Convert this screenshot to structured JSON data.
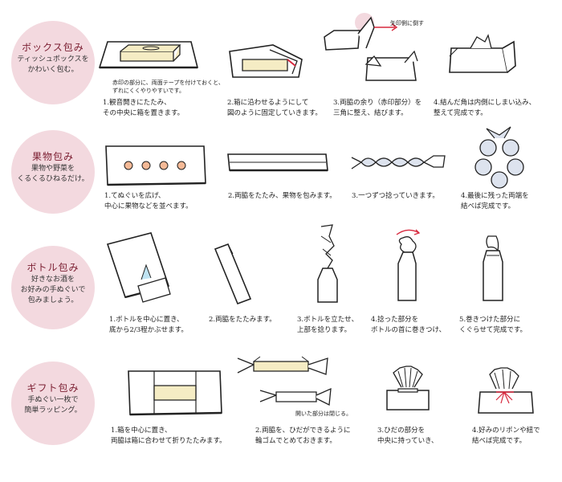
{
  "sections": [
    {
      "title": "ボックス包み",
      "subtitle": [
        "ティッシュボックスを",
        "かわいく包む。"
      ],
      "note": [
        "赤印の部分に、両面テープを付けておくと、",
        "ずれにくくやりやすいです。"
      ],
      "arrow_note": "矢印側に倒す",
      "steps": [
        [
          "1.観音開きにたたみ、",
          "その中央に箱を置きます。"
        ],
        [
          "2.箱に沿わせるようにして",
          "図のように固定していきます。"
        ],
        [
          "3.両脇の余り（赤印部分）を",
          "三角に整え、結びます。"
        ],
        [
          "4.結んだ角は内側にしまい込み、",
          "整えて完成です。"
        ]
      ]
    },
    {
      "title": "果物包み",
      "subtitle": [
        "果物や野菜を",
        "くるくるひねるだけ。"
      ],
      "steps": [
        [
          "1.てぬぐいを広げ、",
          "中心に果物などを並べます。"
        ],
        [
          "2.両脇をたたみ、果物を包みます。"
        ],
        [
          "3.一つずつ捻っていきます。"
        ],
        [
          "4.最後に残った両端を",
          "結べば完成です。"
        ]
      ]
    },
    {
      "title": "ボトル包み",
      "subtitle": [
        "好きなお酒を",
        "お好みの手ぬぐいで",
        "包みましょう。"
      ],
      "steps": [
        [
          "1.ボトルを中心に置き、",
          "底から2/3程かぶせます。"
        ],
        [
          "2.両脇をたたみます。"
        ],
        [
          "3.ボトルを立たせ、",
          "上部を捻ります。"
        ],
        [
          "4.捻った部分を",
          "ボトルの首に巻きつけ、"
        ],
        [
          "5.巻きつけた部分に",
          "くぐらせて完成です。"
        ]
      ]
    },
    {
      "title": "ギフト包み",
      "subtitle": [
        "手ぬぐい一枚で",
        "簡単ラッピング。"
      ],
      "note": [
        "開いた部分は閉じる。"
      ],
      "steps": [
        [
          "1.箱を中心に置き、",
          "両脇は箱に合わせて折りたたみます。"
        ],
        [
          "2.両脇を、ひだができるように",
          "輪ゴムでとめておきます。"
        ],
        [
          "3.ひだの部分を",
          "中央に持っていき、"
        ],
        [
          "4.好みのリボンや紐で",
          "結べば完成です。"
        ]
      ]
    }
  ],
  "colors": {
    "circle": "#f3d9df",
    "accent": "#d7283d",
    "box": "#f5ecc4",
    "fruit": "#f4b996",
    "wrap": "#dde3ee",
    "bottle_liquid": "#bfe3f2"
  }
}
